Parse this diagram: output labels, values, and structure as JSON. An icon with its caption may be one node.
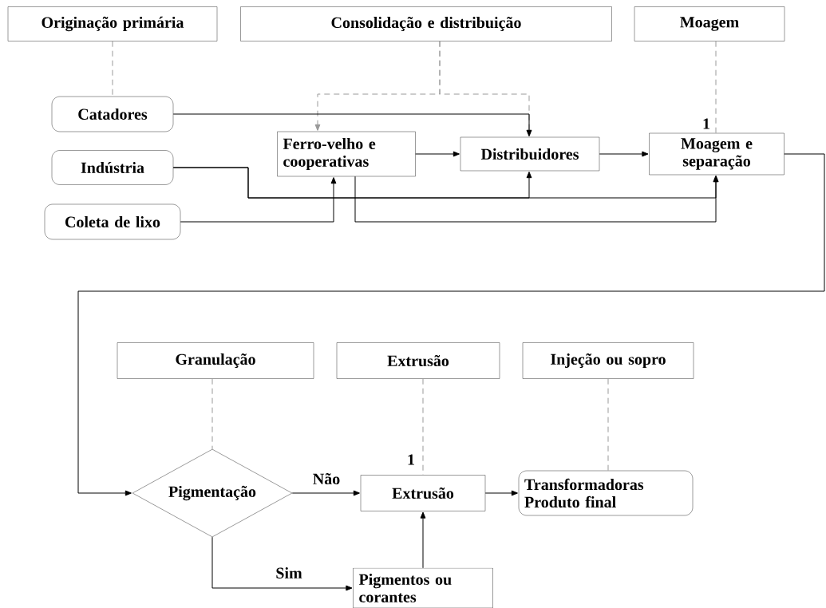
{
  "diagram": {
    "nodes": [
      {
        "text": [
          "Originação primária"
        ]
      },
      {
        "text": [
          "Consolidação e distribuição"
        ]
      },
      {
        "text": [
          "Moagem"
        ]
      },
      {
        "text": [
          "Catadores"
        ]
      },
      {
        "text": [
          "Indústria"
        ]
      },
      {
        "text": [
          "Coleta de lixo"
        ]
      },
      {
        "text": [
          "Ferro-velho e cooperativas"
        ]
      },
      {
        "text": [
          "Distribuidores"
        ]
      },
      {
        "text": [
          "Moagem e separação"
        ]
      },
      {
        "text": [
          "Granulação"
        ]
      },
      {
        "text": [
          "Extrusão"
        ]
      },
      {
        "text": [
          "Injeção ou sopro"
        ]
      },
      {
        "text": [
          "Pigmentação"
        ]
      },
      {
        "text": [
          "Extrusão"
        ]
      },
      {
        "text": [
          "Transformadoras Produto final"
        ]
      },
      {
        "text": [
          "Pigmentos ou corantes"
        ]
      }
    ],
    "edges": [
      {
        "from": 0,
        "to": 3,
        "arrow": "none",
        "style": "dashed",
        "color": "#999999"
      },
      {
        "from": 1,
        "to": 6,
        "arrow": "to",
        "style": "dashed",
        "color": "#999999"
      },
      {
        "from": 1,
        "to": 7,
        "arrow": "to",
        "style": "dashed",
        "color": "#999999"
      },
      {
        "from": 2,
        "to": 8,
        "arrow": "none",
        "style": "dashed",
        "color": "#999999"
      },
      {
        "from": 3,
        "to": 7,
        "arrow": "to"
      },
      {
        "from": 4,
        "to": 7,
        "arrow": "to"
      },
      {
        "from": 4,
        "to": 8,
        "arrow": "to"
      },
      {
        "from": 5,
        "to": 6,
        "arrow": "to"
      },
      {
        "from": 6,
        "to": 8,
        "arrow": "to"
      },
      {
        "from": 6,
        "to": 7,
        "arrow": "to"
      },
      {
        "from": 7,
        "to": 8,
        "arrow": "to"
      },
      {
        "from": 8,
        "to": 12,
        "arrow": "to"
      },
      {
        "from": 9,
        "to": 12,
        "arrow": "none",
        "style": "dashed",
        "color": "#999999"
      },
      {
        "from": 10,
        "to": 13,
        "arrow": "none",
        "style": "dashed",
        "color": "#999999"
      },
      {
        "from": 11,
        "to": 14,
        "arrow": "none",
        "style": "dashed",
        "color": "#999999"
      },
      {
        "from": 12,
        "to": 13,
        "arrow": "to",
        "label": "Não"
      },
      {
        "from": 12,
        "to": 15,
        "arrow": "to",
        "label": "Sim"
      },
      {
        "from": 15,
        "to": 13,
        "arrow": "to"
      },
      {
        "from": 13,
        "to": 14,
        "arrow": "to"
      }
    ],
    "labels": [
      "1",
      "1"
    ]
  }
}
